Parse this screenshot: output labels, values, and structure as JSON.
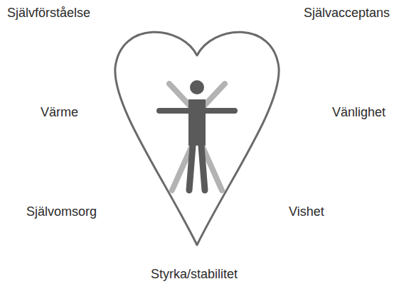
{
  "diagram": {
    "labels": [
      "Självförståelse",
      "Självacceptans",
      "Värme",
      "Vänlighet",
      "Självomsorg",
      "Vishet",
      "Styrka/stabilitet"
    ]
  }
}
